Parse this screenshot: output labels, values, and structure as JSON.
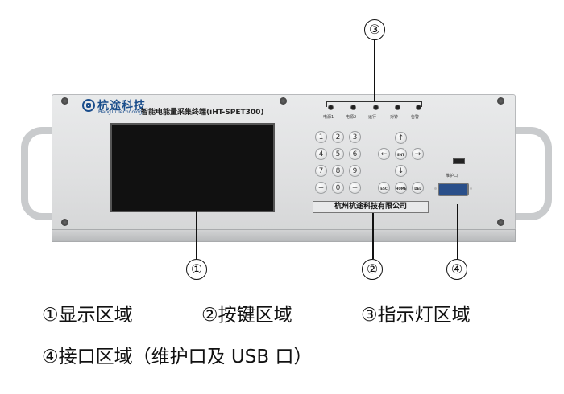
{
  "device": {
    "brand_cn": "杭途科技",
    "brand_en": "HangTu Technology",
    "model": "智能电能量采集终端(iHT-SPET300)",
    "company_label": "杭州杭途科技有限公司",
    "port_label": "维护口",
    "indicators": [
      "电源1",
      "电源2",
      "运行",
      "对钟",
      "告警"
    ],
    "numpad": [
      "1",
      "2",
      "3",
      "4",
      "5",
      "6",
      "7",
      "8",
      "9",
      "+",
      "0",
      "−"
    ],
    "arrow_keys": [
      "↑",
      "←",
      "ENT",
      "→",
      "↓"
    ],
    "function_keys": [
      "ESC",
      "HOME",
      "DEL"
    ]
  },
  "callouts": {
    "c1": "①",
    "c2": "②",
    "c3": "③",
    "c4": "④"
  },
  "legend": {
    "item1": "①显示区域",
    "item2": "②按键区域",
    "item3": "③指示灯区域",
    "item4": "④接口区域（维护口及 USB 口）"
  }
}
